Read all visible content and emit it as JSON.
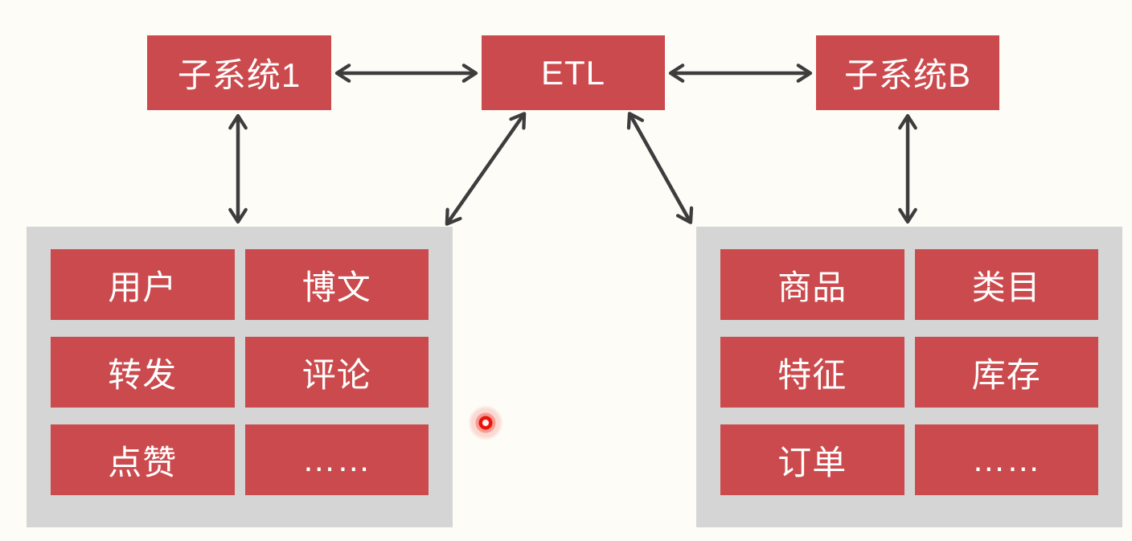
{
  "colors": {
    "bg": "#fdfcf7",
    "accent": "#cb4a4d",
    "panel": "#d5d5d5",
    "arrow": "#3d3d3d",
    "node-text": "#ffffff",
    "laser": "#e81309"
  },
  "diagram": {
    "nodes": {
      "subsystem1": {
        "label": "子系统1"
      },
      "etl": {
        "label": "ETL"
      },
      "subsystemB": {
        "label": "子系统B"
      }
    },
    "panels": {
      "left": {
        "items": [
          "用户",
          "博文",
          "转发",
          "评论",
          "点赞",
          "……"
        ]
      },
      "right": {
        "items": [
          "商品",
          "类目",
          "特征",
          "库存",
          "订单",
          "……"
        ]
      }
    },
    "edges": [
      {
        "from": "subsystem1",
        "to": "etl",
        "bidirectional": true
      },
      {
        "from": "etl",
        "to": "subsystemB",
        "bidirectional": true
      },
      {
        "from": "subsystem1",
        "to": "left-panel",
        "bidirectional": true
      },
      {
        "from": "subsystemB",
        "to": "right-panel",
        "bidirectional": true
      },
      {
        "from": "etl",
        "to": "left-panel",
        "bidirectional": true
      },
      {
        "from": "etl",
        "to": "right-panel",
        "bidirectional": true
      }
    ]
  }
}
